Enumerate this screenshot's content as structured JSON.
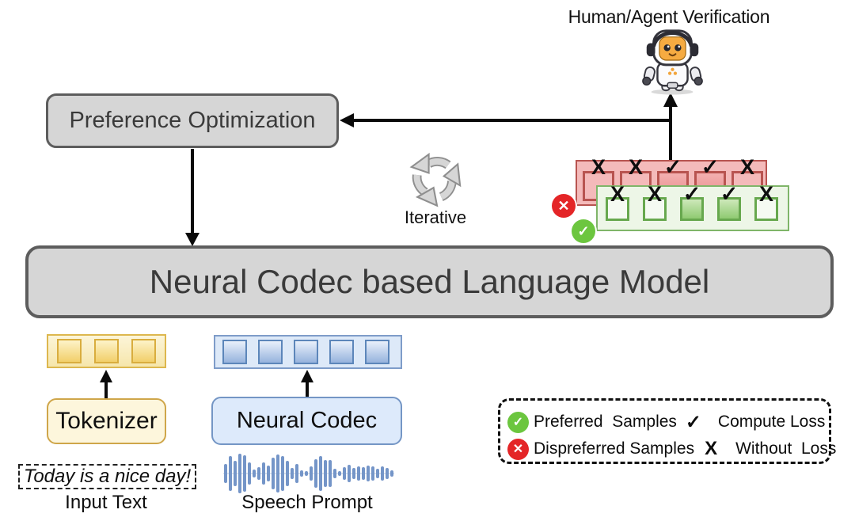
{
  "verification": {
    "title": "Human/Agent Verification",
    "icon": "robot-astronaut-icon"
  },
  "preference_optimization": {
    "label": "Preference Optimization"
  },
  "iterative": {
    "label": "Iterative",
    "icon": "iterative-cycle-icon"
  },
  "language_model": {
    "label": "Neural Codec based Language Model"
  },
  "samples": {
    "dispreferred": {
      "badge_icon": "red-cross-circle-icon",
      "badge_glyph": "✕",
      "marks": [
        "X",
        "X",
        "✓",
        "✓",
        "X"
      ],
      "token_count": 5
    },
    "preferred": {
      "badge_icon": "green-check-circle-icon",
      "badge_glyph": "✓",
      "marks": [
        "X",
        "X",
        "✓",
        "✓",
        "X"
      ],
      "token_count": 5
    }
  },
  "text_branch": {
    "tokenizer_label": "Tokenizer",
    "input_text": "Today is a nice day!",
    "caption": "Input Text",
    "token_count": 3
  },
  "speech_branch": {
    "codec_label": "Neural Codec",
    "caption": "Speech Prompt",
    "waveform_icon": "speech-waveform-icon",
    "token_count": 5
  },
  "legend": {
    "rows": [
      {
        "icon": "green-check-circle-icon",
        "glyph": "✓",
        "label": "Preferred  Samples",
        "mark": "✓",
        "mark_label": "Compute Loss"
      },
      {
        "icon": "red-cross-circle-icon",
        "glyph": "✕",
        "label": "Dispreferred Samples",
        "mark": "X",
        "mark_label": "Without  Loss"
      }
    ]
  },
  "colors": {
    "box_gray": "#d6d6d6",
    "box_border": "#5d5d5d",
    "red_border": "#b85450",
    "red_bg": "#f4baba",
    "green_border": "#7fb569",
    "green_bg": "#edf6e7",
    "yellow_border": "#d9ad3e",
    "yellow_bg": "#fbf2d0",
    "blue_border": "#5c86ba",
    "blue_bg": "#dde9f8",
    "badge_green": "#6cc63f",
    "badge_red": "#e42527",
    "arrow": "#0a0a0a"
  }
}
